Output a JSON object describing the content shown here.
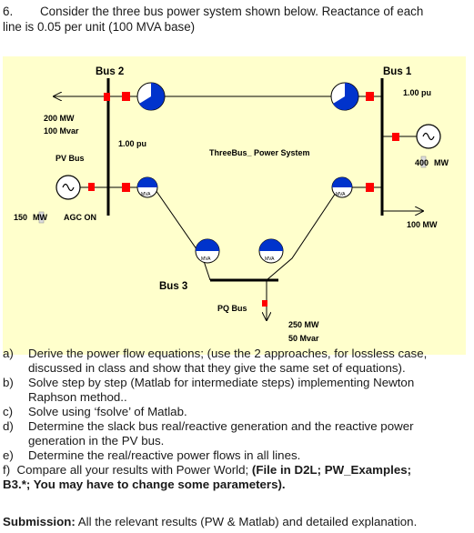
{
  "question": {
    "number": "6.",
    "text_line1": "Consider the three bus power system shown below. Reactance of each",
    "text_line2": "line is 0.05 per unit (100 MVA base)"
  },
  "diagram": {
    "title": "ThreeBus_ Power System",
    "bus1": {
      "name": "Bus 1",
      "voltage": "1.00 pu",
      "gen_mw": "400",
      "gen_unit": "MW",
      "load_mw": "100 MW"
    },
    "bus2": {
      "name": "Bus 2",
      "load_mw": "200 MW",
      "load_mvar": "100 Mvar",
      "voltage": "1.00 pu",
      "bus_type": "PV Bus",
      "gen_mw": "150",
      "gen_unit": "MW",
      "agc": "AGC ON"
    },
    "bus3": {
      "name": "Bus 3",
      "bus_type": "PQ Bus",
      "load_mw": "250 MW",
      "load_mvar": "50 Mvar"
    },
    "mva_label": "MVA",
    "colors": {
      "background": "#ffffcc",
      "bus": "#000000",
      "breaker": "#ff0000",
      "pie_fill": "#0033cc",
      "pie_edge": "#000000",
      "line": "#000000"
    }
  },
  "items": [
    {
      "marker": "a)",
      "lines": [
        "Derive the power flow  equations; (use the 2 approaches, for lossless case,",
        "discussed in class and show that they give the same set of equations)."
      ]
    },
    {
      "marker": "b)",
      "lines": [
        "Solve step by step (Matlab for intermediate steps) implementing Newton",
        "Raphson method.."
      ]
    },
    {
      "marker": "c)",
      "lines": [
        "Solve using ‘fsolve’ of Matlab."
      ]
    },
    {
      "marker": "d)",
      "lines": [
        "Determine the slack bus real/reactive generation and the reactive power",
        "generation in the PV bus."
      ]
    },
    {
      "marker": "e)",
      "lines": [
        "Determine the real/reactive power flows in all lines."
      ]
    }
  ],
  "item_f": {
    "marker": "f)",
    "text": "Compare all your results with Power World; ",
    "bold_text": "(File in D2L; PW_Examples;",
    "bold_line2": "B3.*; You may have to change some parameters)."
  },
  "submission": {
    "label": "Submission:",
    "text": " All the relevant results (PW & Matlab)  and detailed explanation."
  }
}
